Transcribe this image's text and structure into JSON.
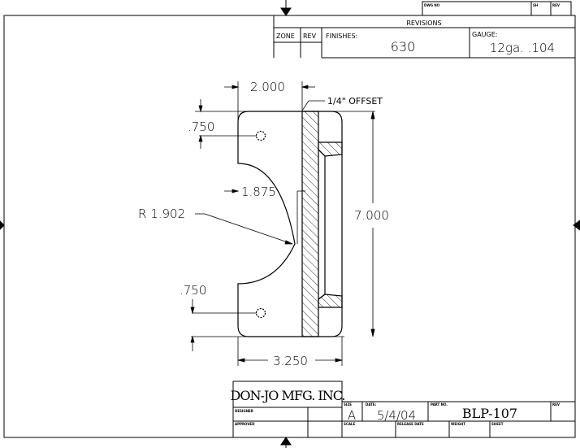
{
  "top_block": {
    "dwg_no_label": "DWG NO",
    "sh_label": "SH",
    "rev_label": "REV"
  },
  "revisions": {
    "title": "REVISIONS",
    "zone_label": "ZONE",
    "rev_label": "REV",
    "finishes_label": "FINISHES:",
    "finishes_value": "630",
    "gauge_label": "GAUGE:",
    "gauge_value": "12ga. .104"
  },
  "drawing": {
    "dim_width_top": "2.000",
    "offset_note": "1/4\" OFFSET",
    "dim_top_hole": ".750",
    "dim_notch_depth": "1.875",
    "dim_radius": "R 1.902",
    "dim_height": "7.000",
    "dim_bottom_hole": ".750",
    "dim_total_width": "3.250"
  },
  "title_block": {
    "company": "DON-JO MFG. INC.",
    "designer_label": "DESIGNER",
    "approved_label": "APPROVED",
    "size_label": "SIZE",
    "size_value": "A",
    "date_label": "DATE:",
    "date_value": "5/4/04",
    "part_no_label": "PART NO.",
    "part_no_value": "BLP-107",
    "rev_label": "REV",
    "scale_label": "SCALE",
    "release_date_label": "RELEASE DATE",
    "weight_label": "WEIGHT",
    "sheet_label": "SHEET"
  }
}
